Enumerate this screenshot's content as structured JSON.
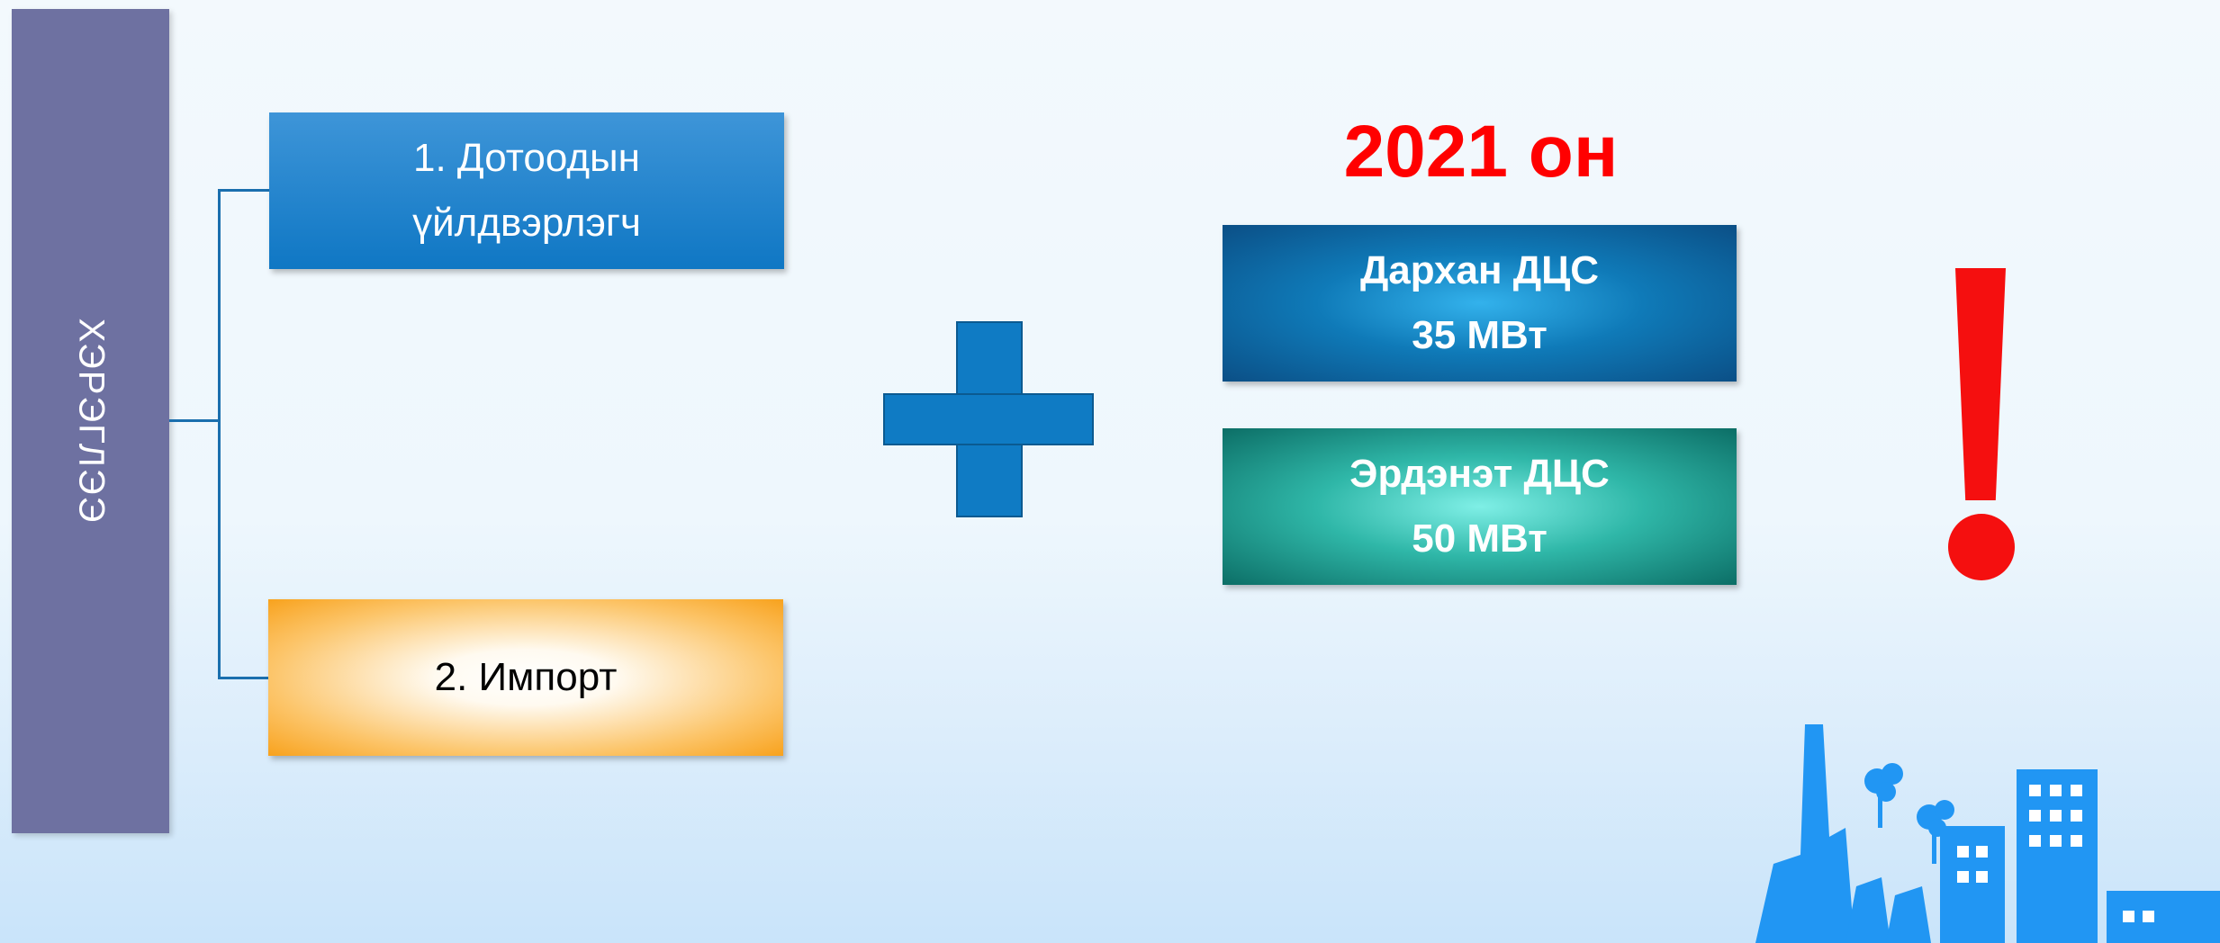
{
  "sidebar": {
    "label": "ХЭРЭГЛЭЭ"
  },
  "sources": [
    {
      "line1": "1. Дотоодын",
      "line2": "үйлдвэрлэгч"
    },
    {
      "label": "2. Импорт"
    }
  ],
  "year_title": "2021 он",
  "plants": [
    {
      "name": "Дархан ДЦС",
      "capacity": "35 МВт"
    },
    {
      "name": "Эрдэнэт ДЦС",
      "capacity": "50 МВт"
    }
  ],
  "icons": {
    "plus": "plus-icon",
    "exclamation": "exclamation-icon",
    "city": "city-factory-icon"
  },
  "colors": {
    "sidebar": "#6e71a1",
    "domestic_box": "#0f77c4",
    "import_box": "#f8a21d",
    "plus": "#0f7bc4",
    "year_title": "#ff0000",
    "darkhan_box": "#0b4f86",
    "erdenet_box": "#0c6e66",
    "exclamation": "#f50f0f",
    "city": "#2196f3"
  }
}
